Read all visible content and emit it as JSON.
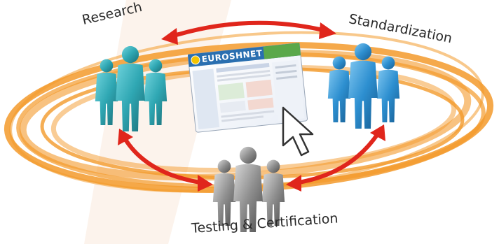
{
  "nodes": {
    "research": "Research",
    "standardization": "Standardization",
    "testing": "Testing & Certification"
  },
  "screenshot": {
    "site_name": "EUROSHNET"
  },
  "colors": {
    "orbit": "#f39a2b",
    "arrow": "#e0261c",
    "research_people": "#2fa7b3",
    "standardization_people": "#2d8fd0",
    "testing_people": "#8e8e8e"
  }
}
